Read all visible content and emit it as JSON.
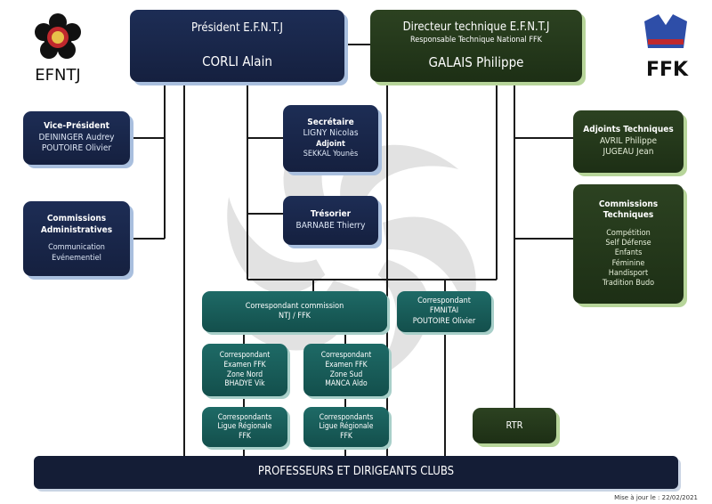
{
  "logos": {
    "left_text": "EFNTJ",
    "right_text": "FFK"
  },
  "president": {
    "title": "Président E.F.N.T.J",
    "name": "CORLI Alain"
  },
  "directeur": {
    "title": "Directeur technique E.F.N.T.J",
    "subtitle": "Responsable Technique National FFK",
    "name": "GALAIS Philippe"
  },
  "vice_president": {
    "title": "Vice-Président",
    "names": [
      "DEININGER Audrey",
      "POUTOIRE Olivier"
    ]
  },
  "commissions_admin": {
    "title": [
      "Commissions",
      "Administratives"
    ],
    "items": [
      "Communication",
      "Evénementiel"
    ]
  },
  "secretaire": {
    "title": "Secrétaire",
    "name": "LIGNY Nicolas",
    "adjoint_label": "Adjoint",
    "adjoint_name": "SEKKAL Younès"
  },
  "tresorier": {
    "title": "Trésorier",
    "name": "BARNABE Thierry"
  },
  "adjoints_tech": {
    "title": "Adjoints Techniques",
    "names": [
      "AVRIL Philippe",
      "JUGEAU Jean"
    ]
  },
  "commissions_tech": {
    "title": [
      "Commissions",
      "Techniques"
    ],
    "items": [
      "Compétition",
      "Self Défense",
      "Enfants",
      "Féminine",
      "Handisport",
      "Tradition Budo"
    ]
  },
  "corresp_ntj": {
    "lines": [
      "Correspondant commission",
      "NTJ / FFK"
    ]
  },
  "corresp_fmnitai": {
    "lines": [
      "Correspondant",
      "FMNITAI"
    ],
    "name": "POUTOIRE Olivier"
  },
  "corresp_nord": {
    "lines": [
      "Correspondant",
      "Examen FFK",
      "Zone Nord"
    ],
    "name": "BHADYE Vik"
  },
  "corresp_sud": {
    "lines": [
      "Correspondant",
      "Examen FFK",
      "Zone Sud"
    ],
    "name": "MANCA Aldo"
  },
  "ligue_1": {
    "lines": [
      "Correspondants",
      "Ligue Régionale",
      "FFK"
    ]
  },
  "ligue_2": {
    "lines": [
      "Correspondants",
      "Ligue Régionale",
      "FFK"
    ]
  },
  "rtr": {
    "label": "RTR"
  },
  "bottom": {
    "label": "PROFESSEURS ET DIRIGEANTS CLUBS"
  },
  "update_note": "Mise à jour le : 22/02/2021",
  "colors": {
    "navy": "#1d2d55",
    "green": "#2c4221",
    "teal": "#1e6a66",
    "dark": "#141d36",
    "watermark": "#e3e3e3",
    "ffk_blue": "#2e4ea8",
    "efntj_red": "#c0282d"
  }
}
